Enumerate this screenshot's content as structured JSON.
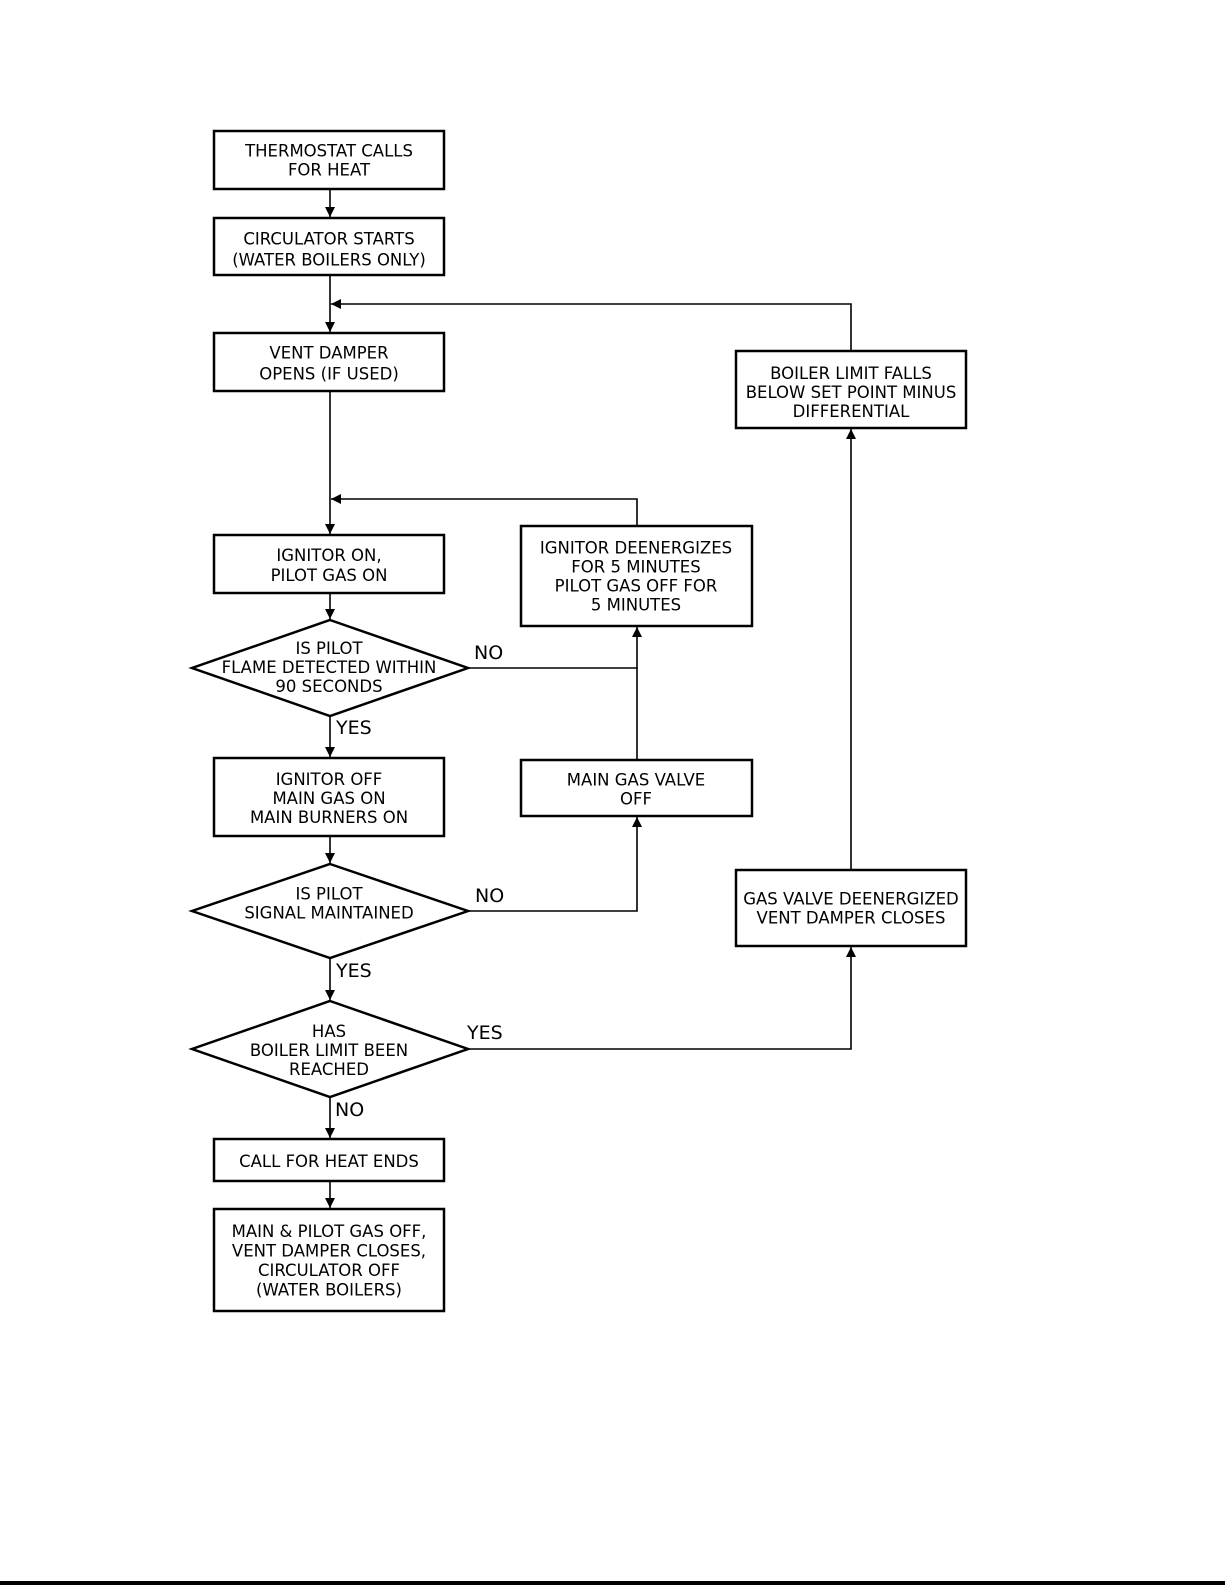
{
  "nodes": {
    "thermostat": {
      "lines": [
        "THERMOSTAT CALLS",
        "FOR HEAT"
      ]
    },
    "circulator": {
      "lines": [
        "CIRCULATOR STARTS",
        "(WATER BOILERS ONLY)"
      ]
    },
    "vent_damper": {
      "lines": [
        "VENT DAMPER",
        "OPENS (IF USED)"
      ]
    },
    "ignitor_on": {
      "lines": [
        "IGNITOR ON,",
        "PILOT GAS ON"
      ]
    },
    "pilot_detected": {
      "lines": [
        "IS PILOT",
        "FLAME DETECTED WITHIN",
        "90 SECONDS"
      ]
    },
    "ignitor_off": {
      "lines": [
        "IGNITOR OFF",
        "MAIN GAS ON",
        "MAIN BURNERS ON"
      ]
    },
    "pilot_signal": {
      "lines": [
        "IS PILOT",
        "SIGNAL MAINTAINED"
      ]
    },
    "boiler_limit": {
      "lines": [
        "HAS",
        "BOILER LIMIT BEEN",
        "REACHED"
      ]
    },
    "call_ends": {
      "lines": [
        "CALL FOR HEAT ENDS"
      ]
    },
    "shutdown": {
      "lines": [
        "MAIN & PILOT GAS OFF,",
        "VENT DAMPER CLOSES,",
        "CIRCULATOR OFF",
        "(WATER BOILERS)"
      ]
    },
    "ignitor_deenergizes": {
      "lines": [
        "IGNITOR DEENERGIZES",
        "FOR 5 MINUTES",
        "PILOT GAS OFF FOR",
        "5 MINUTES"
      ]
    },
    "main_gas_off": {
      "lines": [
        "MAIN GAS VALVE",
        "OFF"
      ]
    },
    "gas_valve_deenergized": {
      "lines": [
        "GAS VALVE DEENERGIZED",
        "VENT DAMPER CLOSES"
      ]
    },
    "limit_falls": {
      "lines": [
        "BOILER LIMIT FALLS",
        "BELOW SET POINT MINUS",
        "DIFFERENTIAL"
      ]
    }
  },
  "labels": {
    "pilot_detected_yes": "YES",
    "pilot_detected_no": "NO",
    "pilot_signal_yes": "YES",
    "pilot_signal_no": "NO",
    "boiler_limit_yes": "YES",
    "boiler_limit_no": "NO"
  }
}
